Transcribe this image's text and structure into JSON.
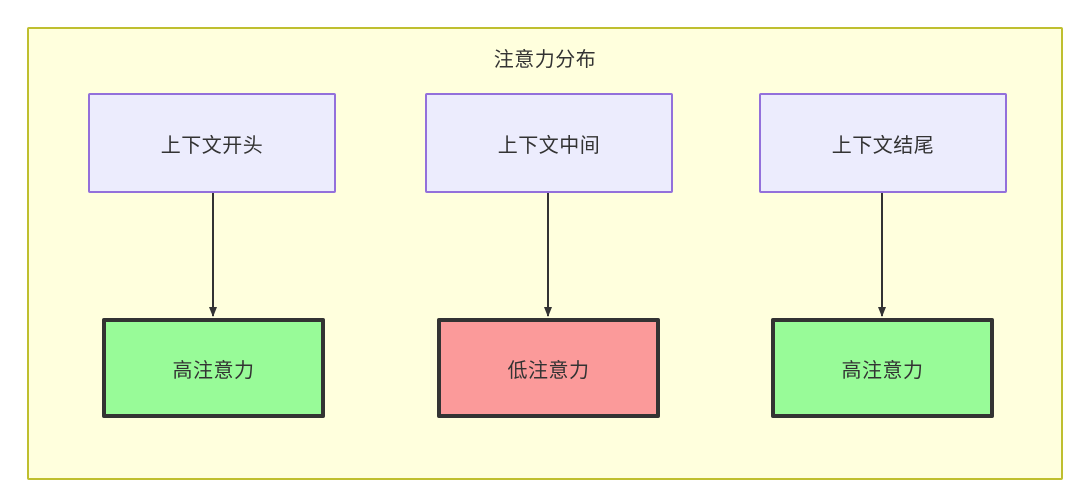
{
  "diagram": {
    "title": "注意力分布",
    "container": {
      "fill": "#ffffdd",
      "stroke": "#bfbf2f"
    },
    "top_row": [
      {
        "id": "context-start",
        "label": "上下文开头",
        "fill": "#ececfd",
        "stroke": "#9370db"
      },
      {
        "id": "context-middle",
        "label": "上下文中间",
        "fill": "#ececfd",
        "stroke": "#9370db"
      },
      {
        "id": "context-end",
        "label": "上下文结尾",
        "fill": "#ececfd",
        "stroke": "#9370db"
      }
    ],
    "bottom_row": [
      {
        "id": "high-attention-start",
        "label": "高注意力",
        "fill": "#98fb98",
        "stroke": "#333333"
      },
      {
        "id": "low-attention-middle",
        "label": "低注意力",
        "fill": "#fb9a9a",
        "stroke": "#333333"
      },
      {
        "id": "high-attention-end",
        "label": "高注意力",
        "fill": "#98fb98",
        "stroke": "#333333"
      }
    ],
    "edges": [
      {
        "from": "context-start",
        "to": "high-attention-start",
        "style": "solid-arrow",
        "color": "#333333"
      },
      {
        "from": "context-middle",
        "to": "low-attention-middle",
        "style": "solid-arrow",
        "color": "#333333"
      },
      {
        "from": "context-end",
        "to": "high-attention-end",
        "style": "solid-arrow",
        "color": "#333333"
      }
    ]
  }
}
